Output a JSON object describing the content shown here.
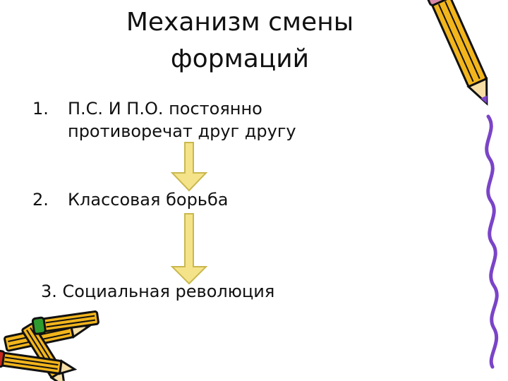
{
  "slide": {
    "title": "Механизм смены\nформаций",
    "items": [
      {
        "number": "1.",
        "text": "П.С. И П.О. постоянно\nпротиворечат друг другу"
      },
      {
        "number": "2.",
        "text": "Классовая борьба"
      },
      {
        "number": "",
        "text": "3. Социальная революция"
      }
    ]
  },
  "decor": {
    "arrow_fill": "#f5e38a",
    "arrow_stroke": "#c9b84e",
    "pencil_body": "#f2b51c",
    "pencil_outline": "#111111",
    "scribble_color": "#7a44c8",
    "icons": [
      "pencil-icon",
      "pencils-bundle-icon",
      "flow-arrow-icon"
    ]
  }
}
